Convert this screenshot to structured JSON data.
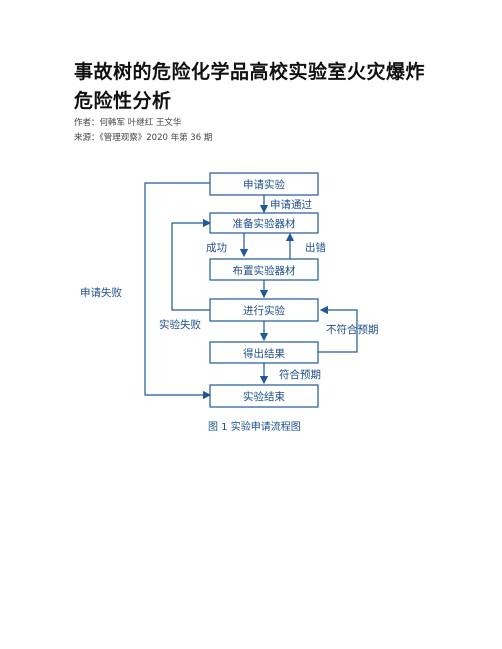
{
  "article": {
    "title": "事故树的危险化学品高校实验室火灾爆炸危险性分析",
    "author_line": "作者：何韩军 叶继红 王文华",
    "source_line": "来源：《管理观察》2020 年第 36 期"
  },
  "flowchart": {
    "nodes": {
      "apply": "申请实验",
      "prepare": "准备实验器材",
      "arrange": "布置实验器材",
      "conduct": "进行实验",
      "result": "得出结果",
      "end": "实验结束"
    },
    "edge_labels": {
      "apply_passed": "申请通过",
      "success": "成功",
      "error": "出错",
      "apply_failed": "申请失败",
      "experiment_failed": "实验失败",
      "not_expected": "不符合预期",
      "as_expected": "符合预期"
    },
    "caption": "图 1  实验申请流程图",
    "colors": {
      "box_border": "#1f5a96",
      "box_fill": "#ffffff",
      "text": "#1d4f8a",
      "arrow": "#1f5a96"
    }
  }
}
